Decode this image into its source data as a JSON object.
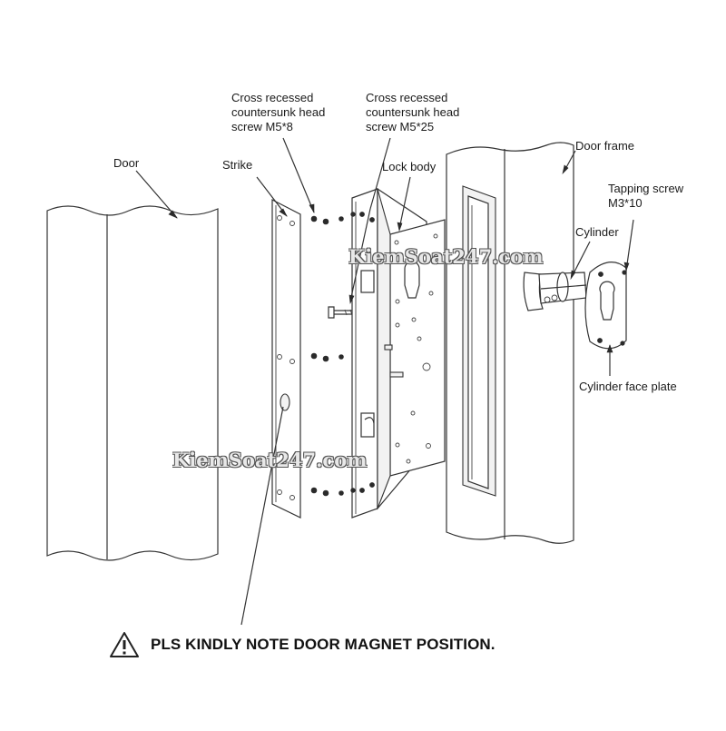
{
  "labels": {
    "door": "Door",
    "strike": "Strike",
    "screw_m5x8": [
      "Cross recessed",
      "countersunk head",
      "screw M5*8"
    ],
    "screw_m5x25": [
      "Cross recessed",
      "countersunk head",
      "screw M5*25"
    ],
    "lock_body": "Lock body",
    "door_frame": "Door frame",
    "tapping_screw": [
      "Tapping screw",
      "M3*10"
    ],
    "cylinder": "Cylinder",
    "cylinder_face_plate": "Cylinder face plate"
  },
  "watermark": {
    "text": "KiemSoat247.com"
  },
  "notice": {
    "text": "PLS KINDLY NOTE DOOR MAGNET POSITION.",
    "icon": "warning-triangle-icon"
  }
}
